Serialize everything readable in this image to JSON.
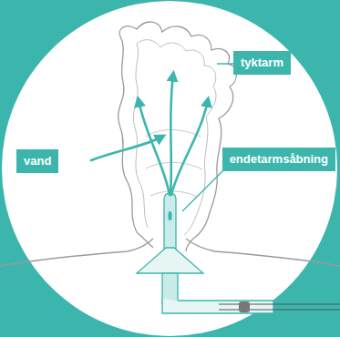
{
  "diagram": {
    "nodes": [
      {
        "text": [
          "tyktarm"
        ]
      },
      {
        "text": [
          "vand"
        ]
      },
      {
        "text": [
          "endetarmsåbning"
        ]
      }
    ]
  }
}
